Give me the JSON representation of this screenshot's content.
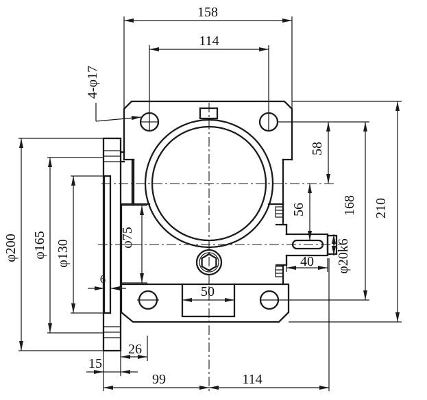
{
  "drawing": {
    "kind": "engineering-dimension-drawing",
    "subject": "worm gearbox housing, front and side view",
    "colors": {
      "line": "#1b1b1b",
      "background": "#ffffff"
    },
    "dims": {
      "top_width": "158",
      "top_bolt_spacing": "114",
      "bolt_hole_note": "4-φ17",
      "flange_od": "φ200",
      "bolt_circle_dia": "φ165",
      "pilot_dia": "φ130",
      "boss_dia": "φ75",
      "pilot_step": "6",
      "top_holes_to_center": "58",
      "center_to_shaft_axis": "56",
      "hole_span_vertical": "168",
      "total_height": "210",
      "shaft_dia": "φ20k6",
      "shaft_length": "40",
      "foot_notch_width": "50",
      "flange_thickness": "15",
      "flange_to_foot_hole": "26",
      "face_to_centerline": "99",
      "centerline_to_shaft_end": "114"
    }
  }
}
